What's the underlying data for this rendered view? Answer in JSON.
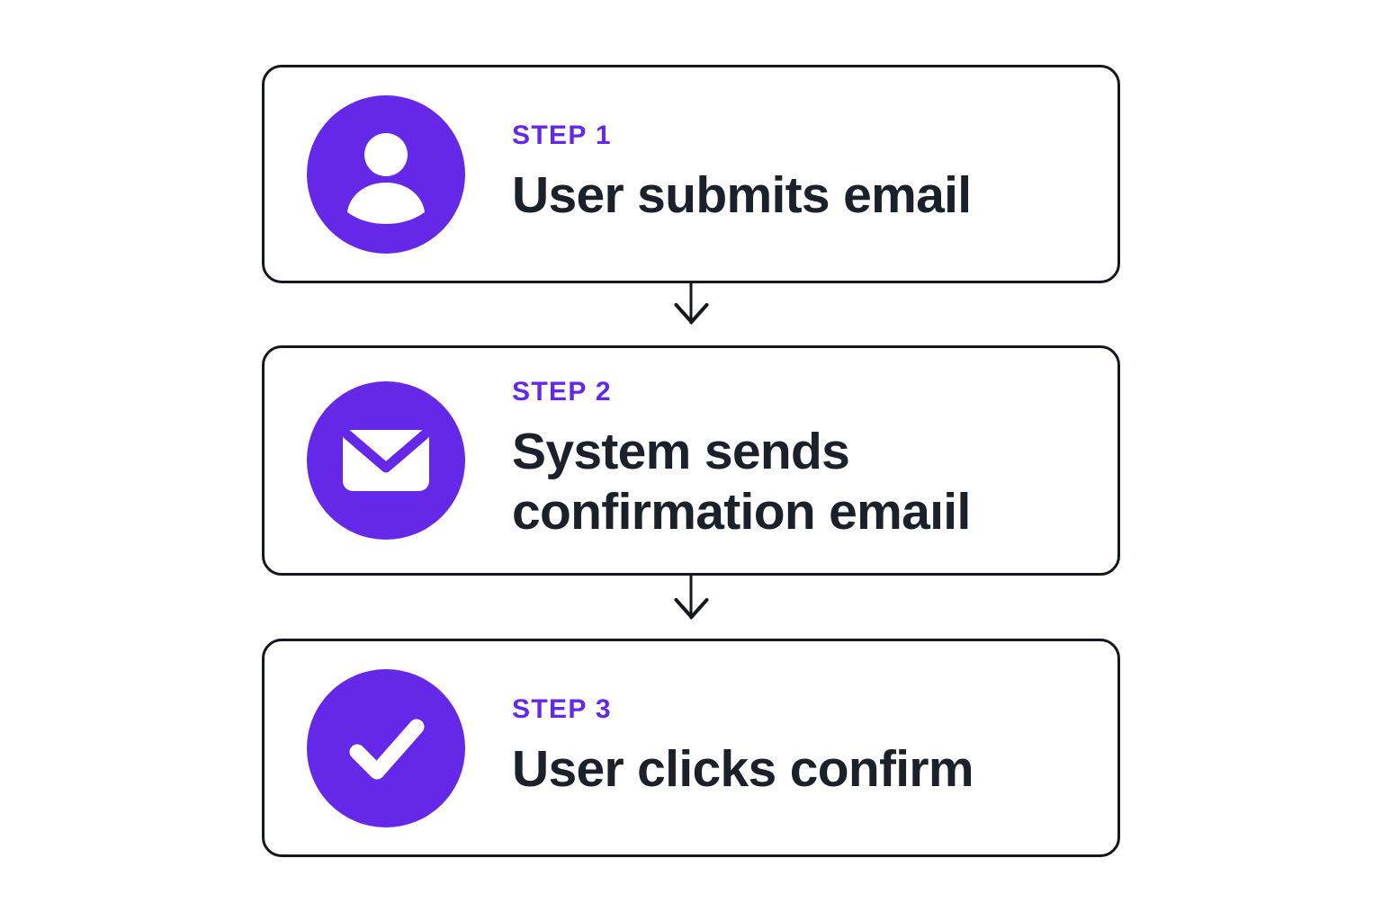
{
  "diagram": {
    "type": "vertical-flowchart",
    "background_color": "#ffffff",
    "accent_color": "#6528E8",
    "text_color": "#1B212B",
    "border_color": "#14181F",
    "steps": [
      {
        "eyebrow": "STEP 1",
        "title": "User submits email",
        "icon": "user-person-icon"
      },
      {
        "eyebrow": "STEP 2",
        "title": "System sends\nconfirmation emaıil",
        "icon": "envelope-mail-icon"
      },
      {
        "eyebrow": "STEP 3",
        "title": "User clicks confirm",
        "icon": "checkmark-icon"
      }
    ],
    "connectors": [
      {
        "from": "STEP 1",
        "to": "STEP 2",
        "glyph": "down-arrow-icon"
      },
      {
        "from": "STEP 2",
        "to": "STEP 3",
        "glyph": "down-arrow-icon"
      }
    ]
  }
}
